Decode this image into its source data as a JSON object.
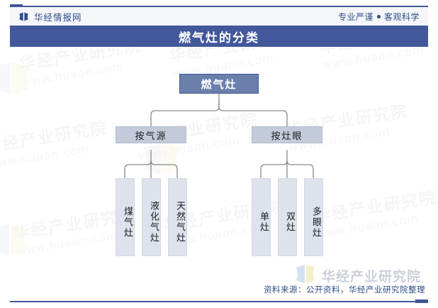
{
  "header": {
    "brand_icon": "huajing-logo-icon",
    "brand_name": "华经情报网",
    "slogan_left": "专业严谨",
    "slogan_separator": "●",
    "slogan_right": "客观科学"
  },
  "title": "燃气灶的分类",
  "watermark": {
    "line1": "华经产业研究院",
    "line2": "www.huaon.com",
    "book_icon": "book-logo-icon"
  },
  "chart_data": {
    "type": "diagram",
    "title": "燃气灶的分类",
    "layout": "tree",
    "root": {
      "label": "燃气灶",
      "children": [
        {
          "label": "按气源",
          "children": [
            {
              "label": "煤气灶"
            },
            {
              "label": "液化气灶"
            },
            {
              "label": "天然气灶"
            }
          ]
        },
        {
          "label": "按灶眼",
          "children": [
            {
              "label": "单灶"
            },
            {
              "label": "双灶"
            },
            {
              "label": "多眼灶"
            }
          ]
        }
      ]
    },
    "colors": {
      "root_fill": "#6b7fac",
      "root_border": "#42589b",
      "mid_fill": "#c3cad9",
      "leaf_fill": "#dde2ec",
      "connector": "#8a8a8a",
      "title_bar": "#42589b"
    }
  },
  "nodes": {
    "root": "燃气灶",
    "mid_left": "按气源",
    "mid_right": "按灶眼",
    "leaf_1": "煤气灶",
    "leaf_2": "液化气灶",
    "leaf_3": "天然气灶",
    "leaf_4": "单灶",
    "leaf_5": "双灶",
    "leaf_6": "多眼灶"
  },
  "footer": {
    "source": "资料来源：公开资料，华经产业研究院整理",
    "logo_text": "华经产业研究院",
    "logo_icon": "book-logo-icon"
  }
}
